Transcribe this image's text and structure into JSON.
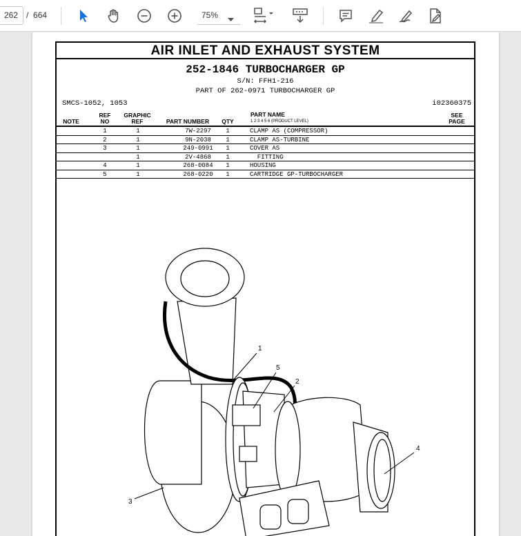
{
  "toolbar": {
    "page_current": "262",
    "page_separator": "/",
    "page_total": "664",
    "zoom": "75%",
    "icons": [
      "select-arrow-icon",
      "hand-icon",
      "zoom-out-icon",
      "zoom-in-icon",
      "page-fit-icon",
      "scroll-mode-icon",
      "comment-icon",
      "highlight-icon",
      "draw-icon",
      "edit-pdf-icon"
    ],
    "accent": "#1473e6"
  },
  "document": {
    "section_title": "AIR INLET AND EXHAUST SYSTEM",
    "group_title": "252-1846 TURBOCHARGER GP",
    "serial": "S/N: FFH1-216",
    "part_of": "PART OF 262-0971 TURBOCHARGER GP",
    "smcs": "SMCS-1052, 1053",
    "doc_id": "i02360375",
    "columns": {
      "note": "NOTE",
      "ref_top": "REF",
      "ref_bottom": "NO",
      "graphic_top": "GRAPHIC",
      "graphic_bottom": "REF",
      "part_number": "PART NUMBER",
      "qty": "QTY",
      "part_name": "PART NAME",
      "product_level": "1   2   3   4   5   6  (PRODUCT LEVEL)",
      "see_top": "SEE",
      "see_bottom": "PAGE"
    },
    "parts": [
      {
        "ref": "1",
        "graphic": "1",
        "part_number": "7W-2297",
        "qty": "1",
        "name": "CLAMP AS (COMPRESSOR)"
      },
      {
        "ref": "2",
        "graphic": "1",
        "part_number": "9N-2038",
        "qty": "1",
        "name": "CLAMP AS-TURBINE"
      },
      {
        "ref": "3",
        "graphic": "1",
        "part_number": "249-0991",
        "qty": "1",
        "name": "COVER AS"
      },
      {
        "ref": "",
        "graphic": "1",
        "part_number": "2V-4868",
        "qty": "1",
        "name": "  FITTING"
      },
      {
        "ref": "4",
        "graphic": "1",
        "part_number": "268-0084",
        "qty": "1",
        "name": "HOUSING"
      },
      {
        "ref": "5",
        "graphic": "1",
        "part_number": "268-0220",
        "qty": "1",
        "name": "CARTRIDGE GP-TURBOCHARGER"
      }
    ],
    "callouts": [
      "1",
      "5",
      "2",
      "4",
      "3"
    ]
  }
}
